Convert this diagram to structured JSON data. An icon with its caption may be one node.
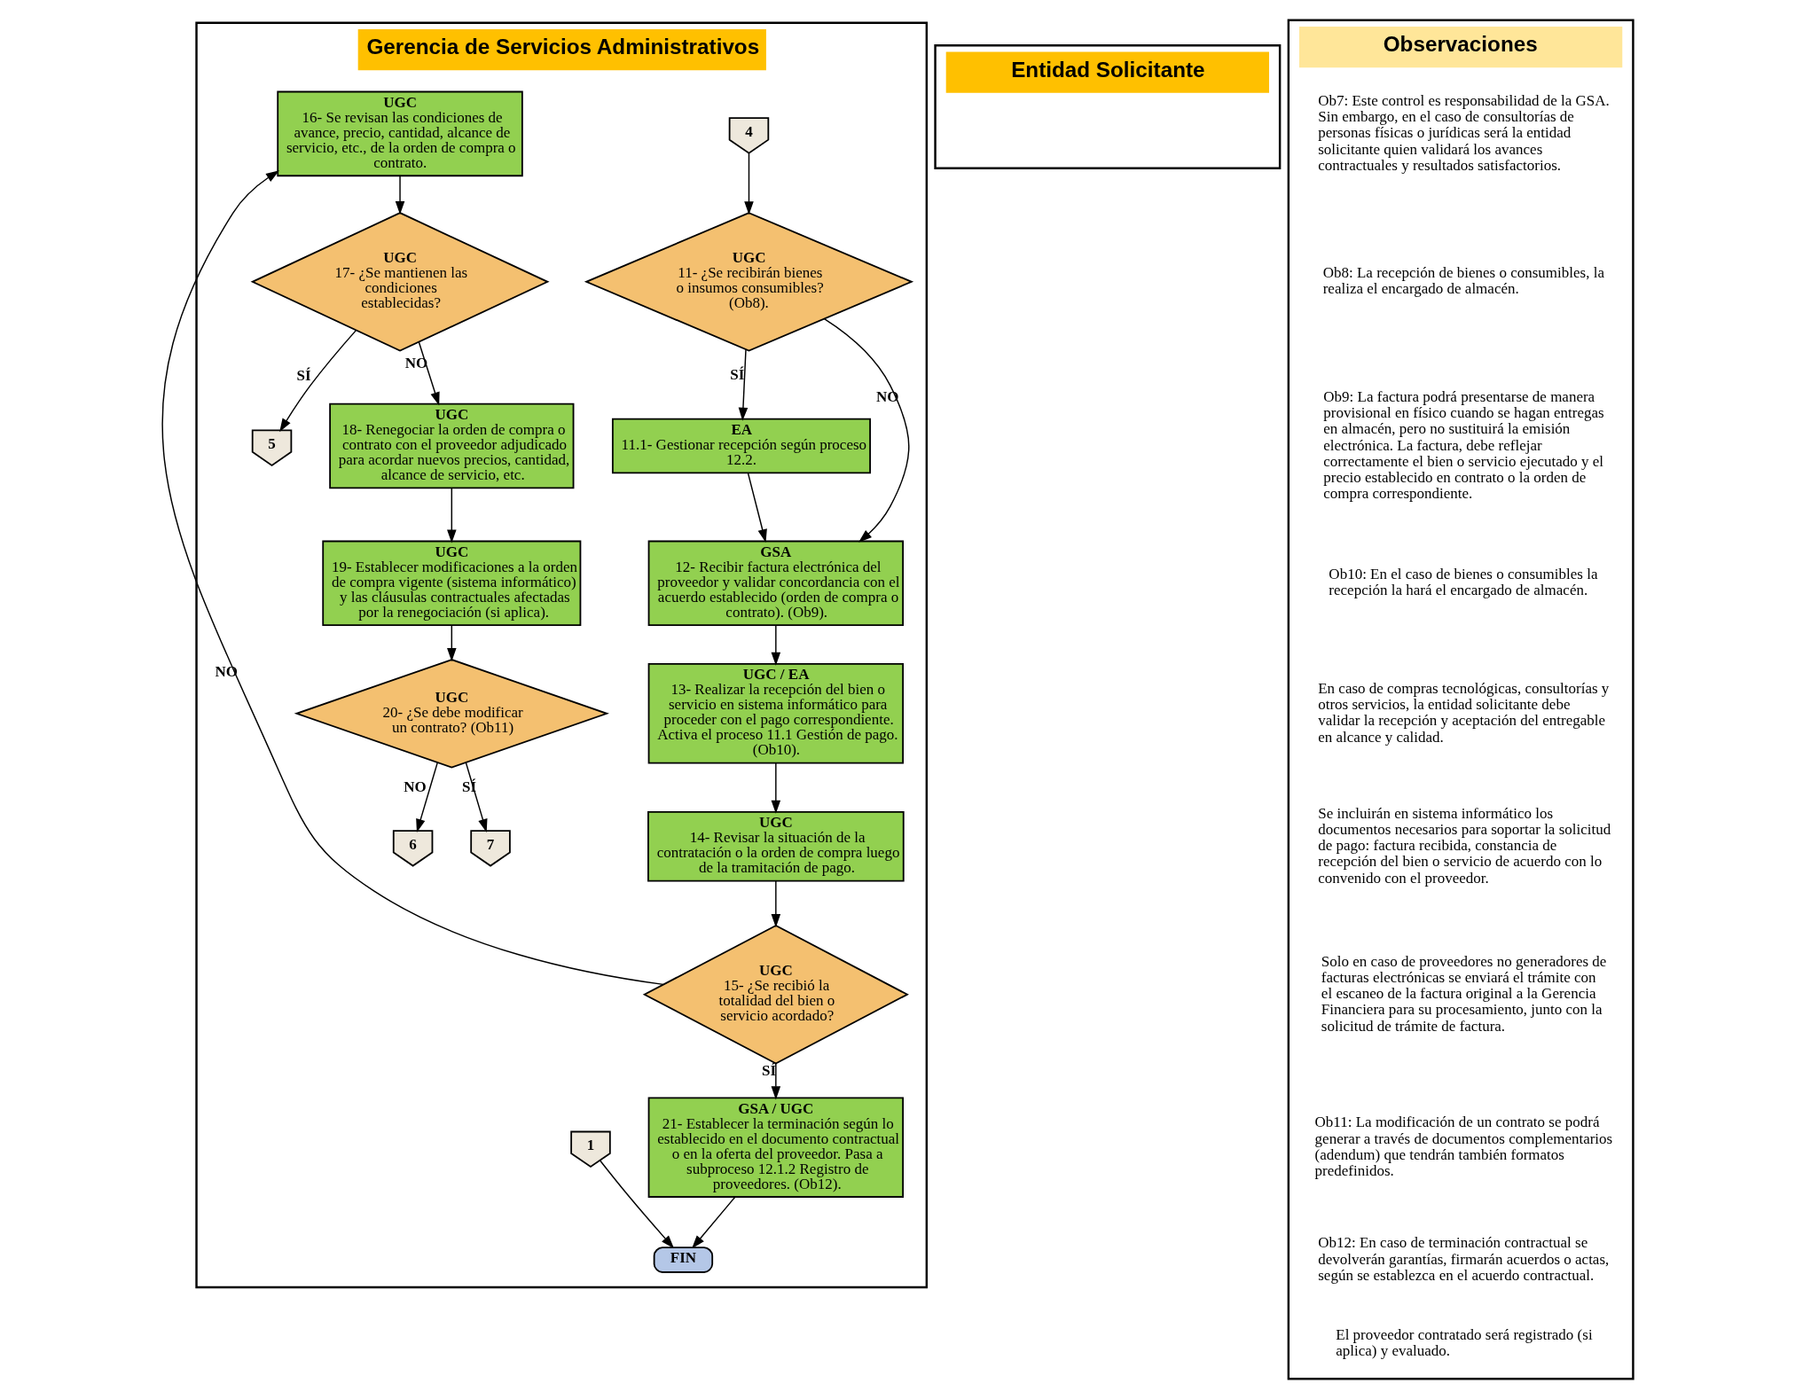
{
  "diagram": {
    "nodes": [
      {
        "text": [
          "Gerencia de Servicios Administrativos"
        ]
      },
      {
        "text": [
          "Entidad Solicitante"
        ]
      },
      {
        "text": [
          "Observaciones"
        ]
      },
      {
        "text": [
          "4"
        ],
        "in": 0
      },
      {
        "text": [
          "UGC",
          "11- ¿Se recibirán bienes o insumos consumibles? (Ob8)."
        ],
        "in": 0
      },
      {
        "text": [
          "EA",
          "11.1- Gestionar recepción según proceso 12.2."
        ],
        "in": 0
      },
      {
        "text": [
          "GSA",
          "12- Recibir factura electrónica del proveedor y validar concordancia con el acuerdo establecido (orden de compra o contrato). (Ob9)."
        ],
        "in": 0
      },
      {
        "text": [
          "UGC / EA",
          "13- Realizar la recepción del bien o servicio en sistema informático para proceder con el pago correspondiente. Activa el proceso 11.1 Gestión de pago. (Ob10)."
        ],
        "in": 0
      },
      {
        "text": [
          "UGC",
          "14- Revisar la situación de la contratación o la orden de compra luego de la tramitación de pago."
        ],
        "in": 0
      },
      {
        "text": [
          "UGC",
          "15- ¿Se recibió la totalidad del bien o servicio acordado?"
        ],
        "in": 0
      },
      {
        "text": [
          "UGC",
          "16- Se revisan las condiciones de avance, precio, cantidad, alcance de servicio, etc., de la orden de compra o contrato."
        ],
        "in": 0
      },
      {
        "text": [
          "UGC",
          "17- ¿Se mantienen las condiciones establecidas?"
        ],
        "in": 0
      },
      {
        "text": [
          "5"
        ],
        "in": 0
      },
      {
        "text": [
          "UGC",
          "18- Renegociar la orden de compra o contrato con el proveedor adjudicado para acordar nuevos precios, cantidad, alcance de servicio, etc."
        ],
        "in": 0
      },
      {
        "text": [
          "UGC",
          "19- Establecer modificaciones a la orden de compra vigente (sistema informático) y las cláusulas contractuales afectadas por la renegociación (si aplica)."
        ],
        "in": 0
      },
      {
        "text": [
          "UGC",
          "20- ¿Se debe modificar un contrato? (Ob11)"
        ],
        "in": 0
      },
      {
        "text": [
          "6"
        ],
        "in": 0
      },
      {
        "text": [
          "7"
        ],
        "in": 0
      },
      {
        "text": [
          "GSA / UGC",
          "21- Establecer la terminación según lo establecido en el documento contractual o en la oferta del proveedor. Pasa a subproceso 12.1.2 Registro de proveedores. (Ob12)."
        ],
        "in": 0
      },
      {
        "text": [
          "1"
        ],
        "in": 0
      },
      {
        "text": [
          "FIN"
        ],
        "in": 0
      }
    ],
    "edges": [
      {
        "from": 3,
        "to": 4,
        "arrow": "to"
      },
      {
        "from": 4,
        "to": 5,
        "arrow": "to",
        "label": "SÍ"
      },
      {
        "from": 4,
        "to": 6,
        "arrow": "to",
        "label": "NO"
      },
      {
        "from": 5,
        "to": 6,
        "arrow": "to"
      },
      {
        "from": 6,
        "to": 7,
        "arrow": "to"
      },
      {
        "from": 7,
        "to": 8,
        "arrow": "to"
      },
      {
        "from": 8,
        "to": 9,
        "arrow": "to"
      },
      {
        "from": 9,
        "to": 10,
        "arrow": "to",
        "label": "NO"
      },
      {
        "from": 9,
        "to": 18,
        "arrow": "to",
        "label": "SÍ"
      },
      {
        "from": 10,
        "to": 11,
        "arrow": "to"
      },
      {
        "from": 11,
        "to": 12,
        "arrow": "to",
        "label": "SÍ"
      },
      {
        "from": 11,
        "to": 13,
        "arrow": "to",
        "label": "NO"
      },
      {
        "from": 13,
        "to": 14,
        "arrow": "to"
      },
      {
        "from": 14,
        "to": 15,
        "arrow": "to"
      },
      {
        "from": 15,
        "to": 16,
        "arrow": "to",
        "label": "NO"
      },
      {
        "from": 15,
        "to": 17,
        "arrow": "to",
        "label": "SÍ"
      },
      {
        "from": 18,
        "to": 20,
        "arrow": "to"
      },
      {
        "from": 19,
        "to": 20,
        "arrow": "to"
      }
    ],
    "labels": [
      "Ob7: Este control es responsabilidad de la GSA. Sin embargo, en el caso de consultorías de personas físicas o jurídicas será la entidad solicitante quien validará los avances contractuales y resultados satisfactorios.",
      "Ob8: La recepción de bienes o consumibles, la realiza el encargado de almacén.",
      "Ob9: La factura podrá presentarse de manera provisional en físico cuando se hagan entregas en almacén, pero no sustituirá la emisión electrónica. La factura, debe reflejar correctamente el bien o servicio ejecutado y el precio establecido en contrato o la orden de compra correspondiente.",
      "Ob10: En el caso de bienes o consumibles la recepción la hará el encargado de almacén.",
      "En caso de compras tecnológicas, consultorías y otros servicios, la entidad solicitante debe validar la recepción y aceptación del entregable en alcance y calidad.",
      "Se incluirán en sistema informático los documentos necesarios para soportar la solicitud de pago: factura recibida, constancia de recepción del bien o servicio de acuerdo con lo convenido con el proveedor.",
      "Solo en caso de proveedores no generadores de facturas electrónicas se enviará el trámite con el escaneo de la factura original a la Gerencia Financiera para su procesamiento, junto con la solicitud de trámite de factura.",
      "Ob11: La modificación de un contrato se podrá generar a través de documentos complementarios (adendum) que tendrán también formatos predefinidos.",
      "Ob12: En caso de terminación contractual se devolverán garantías, firmarán acuerdos o actas, según se establezca en el acuerdo contractual.",
      "El proveedor contratado será registrado (si aplica) y evaluado."
    ]
  }
}
